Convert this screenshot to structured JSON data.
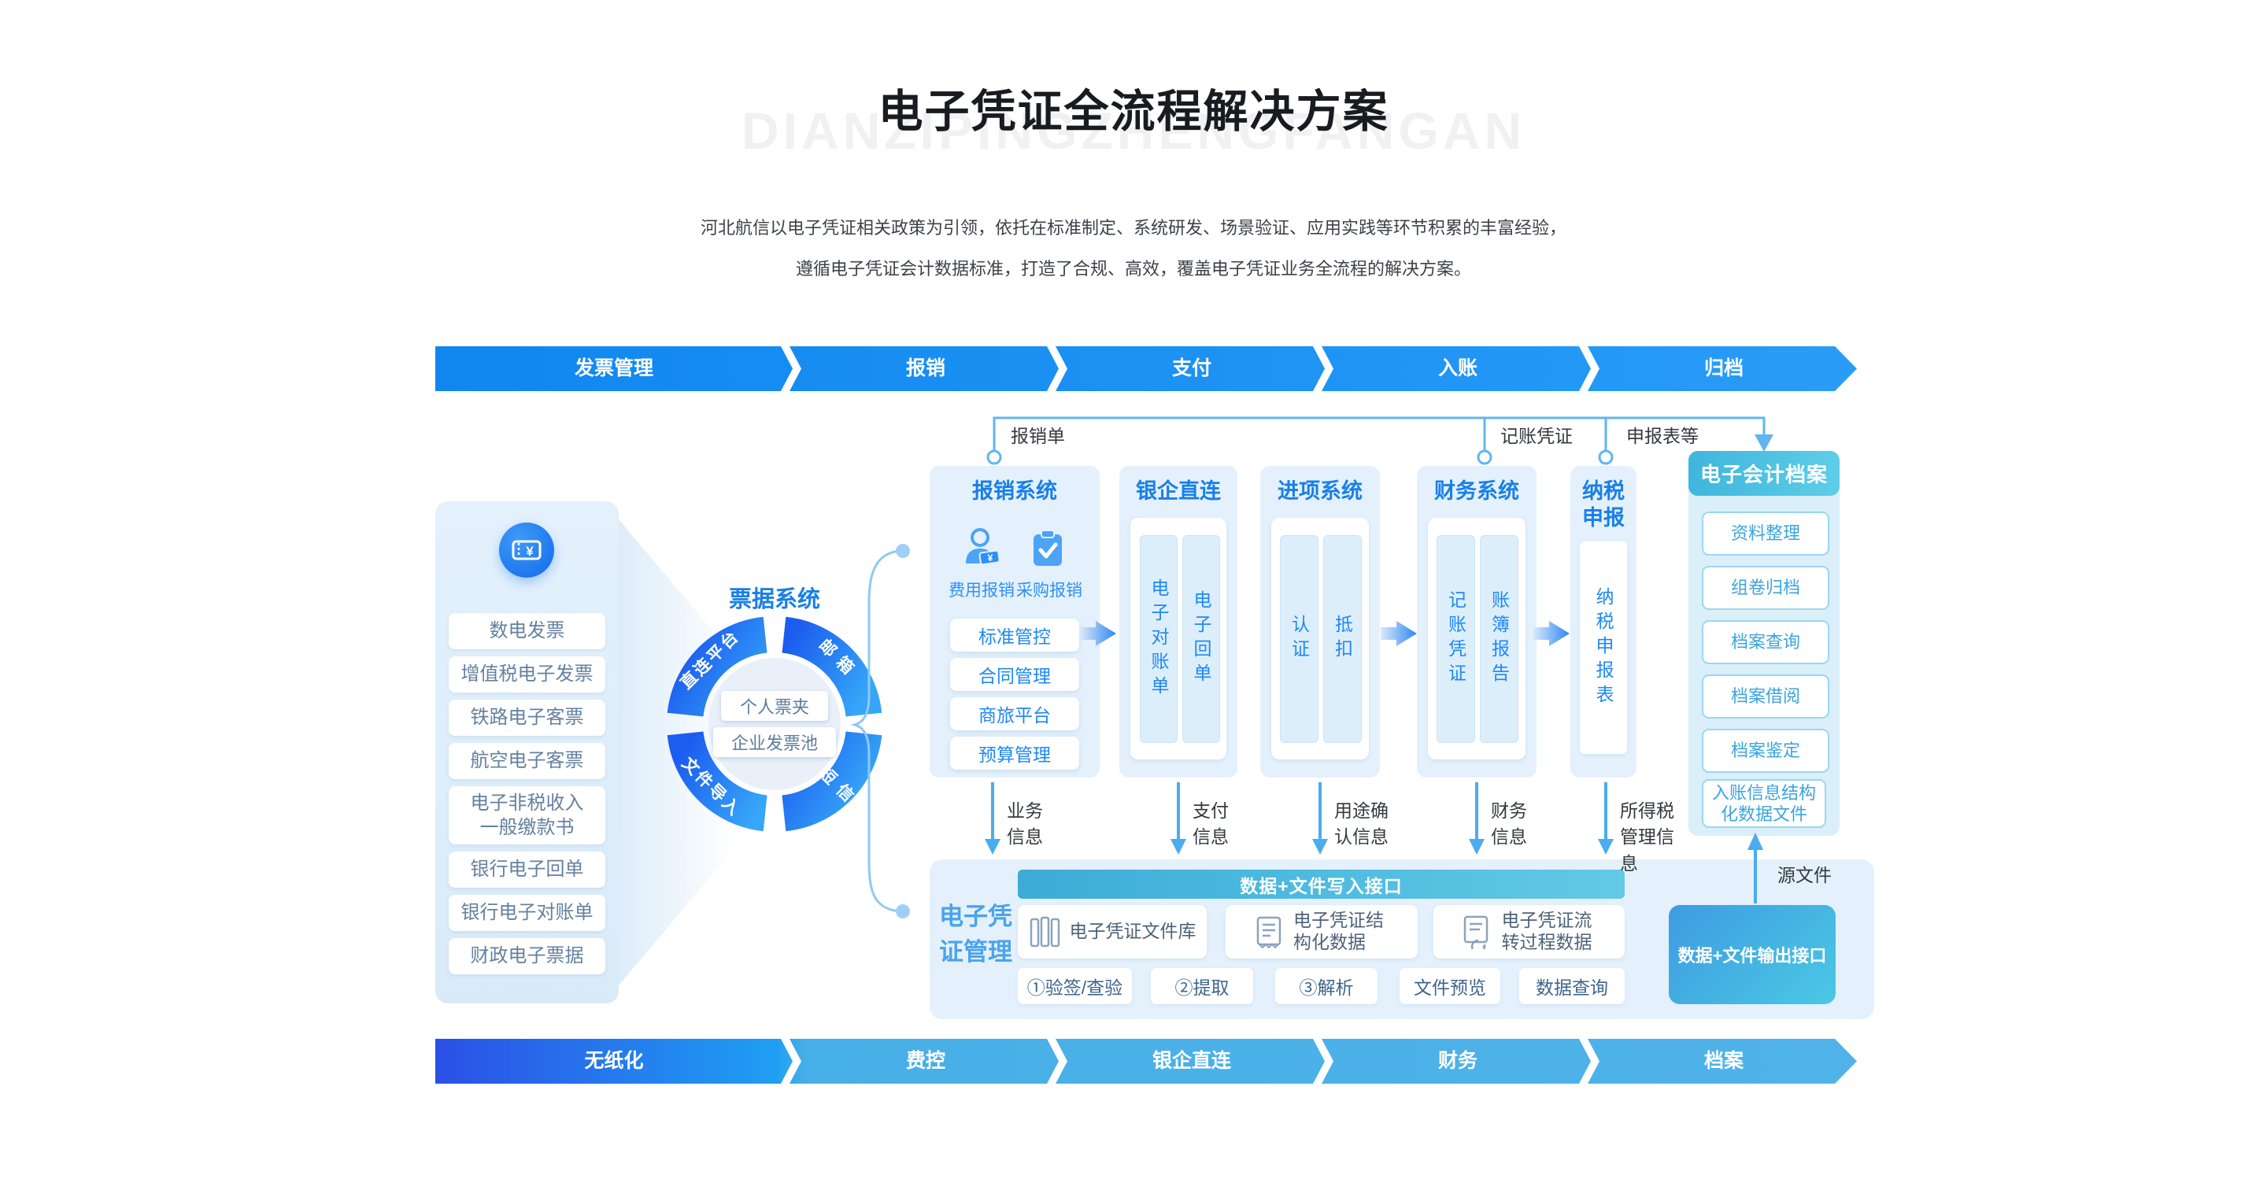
{
  "page": {
    "title": "电子凭证全流程解决方案",
    "watermark": "DIANZIPINGZHENGFANGAN",
    "subtitle_line1": "河北航信以电子凭证相关政策为引领，依托在标准制定、系统研发、场景验证、应用实践等环节积累的丰富经验，",
    "subtitle_line2": "遵循电子凭证会计数据标准，打造了合规、高效，覆盖电子凭证业务全流程的解决方案。"
  },
  "top_banner": {
    "items": [
      "发票管理",
      "报销",
      "支付",
      "入账",
      "归档"
    ]
  },
  "bottom_banner": {
    "items": [
      "无纸化",
      "费控",
      "银企直连",
      "财务",
      "档案"
    ]
  },
  "left_panel": {
    "items": [
      "数电发票",
      "增值税电子发票",
      "铁路电子客票",
      "航空电子客票",
      "电子非税收入一般缴款书",
      "银行电子回单",
      "银行电子对账单",
      "财政电子票据"
    ]
  },
  "ticket_system": {
    "title": "票据系统",
    "segments": [
      "直连平台",
      "邮箱",
      "文件导入",
      "短信"
    ],
    "pills": [
      "个人票夹",
      "企业发票池"
    ]
  },
  "columns": {
    "baoxiao": {
      "title": "报销系统",
      "icon_labels": [
        "费用报销",
        "采购报销"
      ],
      "pills": [
        "标准管控",
        "合同管理",
        "商旅平台",
        "预算管理"
      ]
    },
    "yinqi": {
      "title": "银企直连",
      "pillars": [
        "电子对账单",
        "电子回单"
      ]
    },
    "jinxiang": {
      "title": "进项系统",
      "pillars": [
        "认证",
        "抵扣"
      ]
    },
    "caiwu": {
      "title": "财务系统",
      "pillars": [
        "记账凭证",
        "账簿报告"
      ]
    },
    "nashui": {
      "title": "纳税申报",
      "pillars": [
        "纳税申报表"
      ]
    }
  },
  "archive": {
    "title": "电子会计档案",
    "items": [
      "资料整理",
      "组卷归档",
      "档案查询",
      "档案借阅",
      "档案鉴定",
      "入账信息结构化数据文件"
    ]
  },
  "flow_labels": {
    "expense_form": "报销单",
    "accounting_voucher": "记账凭证",
    "tax_returns": "申报表等",
    "source_file": "源文件"
  },
  "info_flows": [
    "业务信息",
    "支付信息",
    "用途确认信息",
    "财务信息",
    "所得税管理信息"
  ],
  "voucher_mgmt": {
    "title": "电子凭证管理",
    "write_api": "数据+文件写入接口",
    "output_api": "数据+文件输出接口",
    "cards": [
      "电子凭证文件库",
      "电子凭证结构化数据",
      "电子凭证流转过程数据"
    ],
    "pills": [
      "①验签/查验",
      "②提取",
      "③解析",
      "文件预览",
      "数据查询"
    ]
  },
  "colors": {
    "primary_blue": "#1590f0",
    "title_blue": "#1a7fe8",
    "light_panel": "#e4f1fc",
    "cyan_accent": "#45bbdf",
    "bottom_banner_blue": "#4fb3e9",
    "connector_blue": "#5fb6f0",
    "list_text": "#64819f"
  }
}
